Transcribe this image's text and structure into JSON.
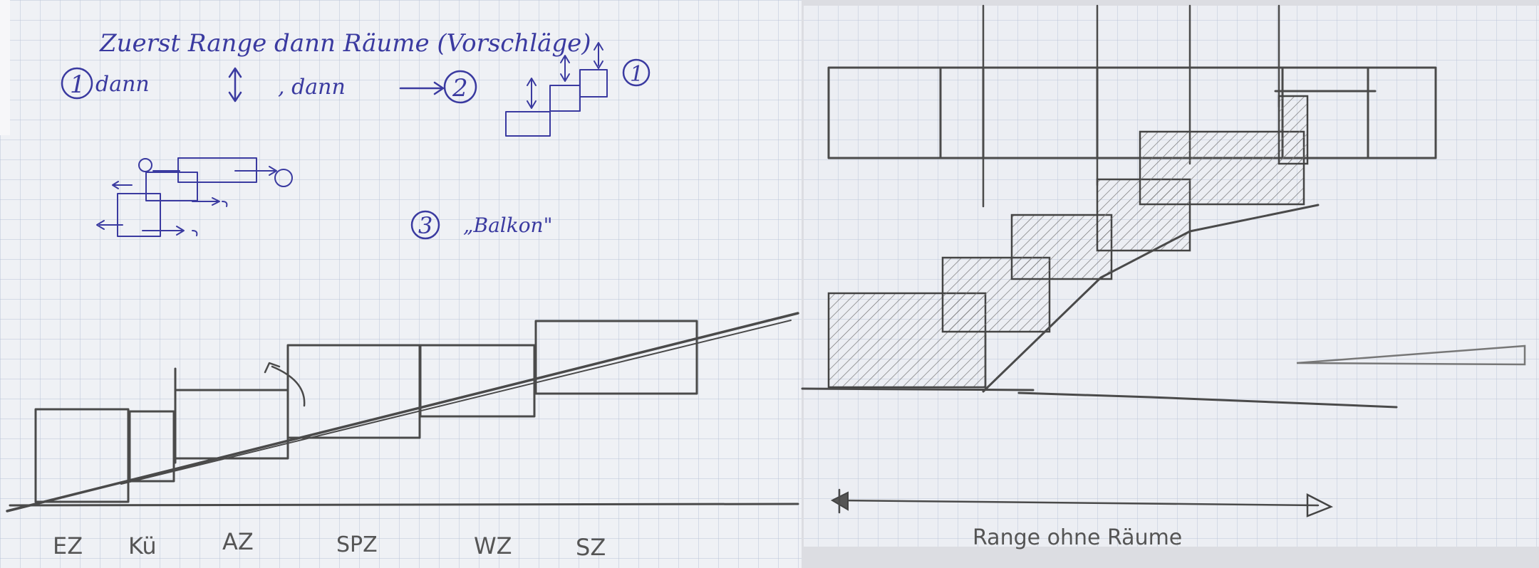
{
  "left_sheet": {
    "notes": {
      "title_line": "Zuerst Range dann Räume (Vorschläge)",
      "step1_num": "1",
      "step1_text": "dann",
      "step1_text2": ", dann",
      "step2_num": "2",
      "step1_diagram_num": "1",
      "step3_num": "3",
      "step3_text": "„Balkon\""
    },
    "room_labels": [
      "EZ",
      "Kü",
      "AZ",
      "SPZ",
      "WZ",
      "SZ"
    ]
  },
  "right_sheet": {
    "axis_label": "Range ohne Räume"
  },
  "colors": {
    "paper": "#eef0f4",
    "grid": "#b9c3d8",
    "pencil": "#4a4a4a",
    "ink": "#3a3aa0"
  }
}
